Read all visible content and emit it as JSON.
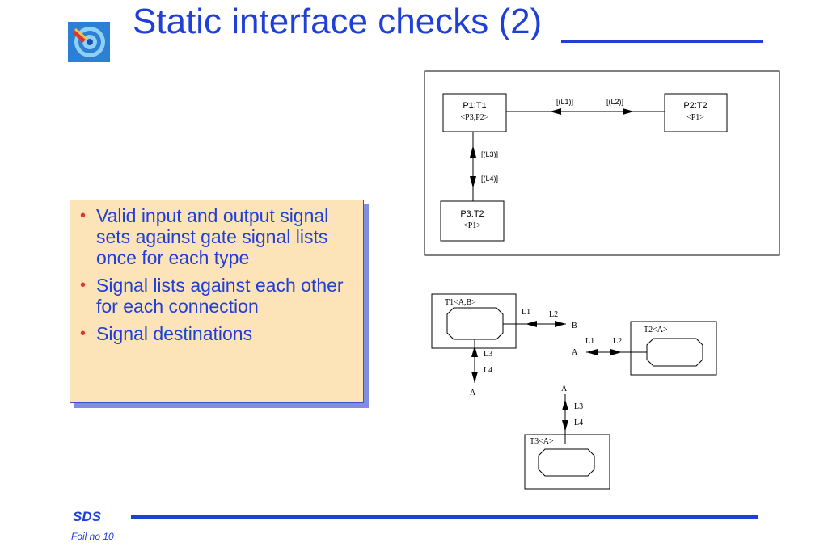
{
  "slide": {
    "title": "Static interface checks (2)",
    "colors": {
      "accent": "#1f3fd6",
      "box_fill": "#fde3b8",
      "bullet": "#e0352b"
    },
    "bullets": [
      "Valid input and output signal sets against gate signal lists once for each type",
      "Signal lists against each other for each connection",
      "Signal destinations"
    ]
  },
  "diagram1": {
    "p1_name": "P1:T1",
    "p1_gates": "<P3,P2>",
    "p2_name": "P2:T2",
    "p2_gates": "<P1>",
    "p3_name": "P3:T2",
    "p3_gates": "<P1>",
    "sig_l1": "[(L1)]",
    "sig_l2": "[(L2)]",
    "sig_l3": "[(L3)]",
    "sig_l4": "[(L4)]"
  },
  "diagram2": {
    "t1_label": "T1<A,B>",
    "t2_label": "T2<A>",
    "t3_label": "T3<A>",
    "t1_out_l1": "L1",
    "t1_out_l2": "L2",
    "t1_out_gate": "B",
    "t1_down_l3": "L3",
    "t1_down_l4": "L4",
    "t1_down_gate": "A",
    "t2_l1": "L1",
    "t2_l2": "L2",
    "t2_gate": "A",
    "t3_gate": "A",
    "t3_l3": "L3",
    "t3_l4": "L4"
  },
  "footer": {
    "brand": "SDS",
    "foil": "Foil no 10"
  }
}
